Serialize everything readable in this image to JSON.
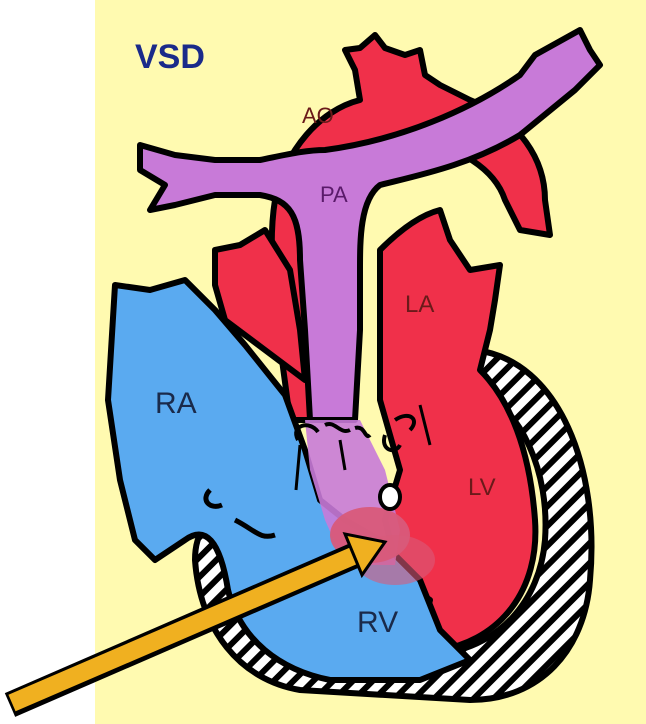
{
  "diagram": {
    "title": "VSD",
    "labels": {
      "ao": "AO",
      "pa": "PA",
      "la": "LA",
      "ra": "RA",
      "lv": "LV",
      "rv": "RV"
    },
    "colors": {
      "background": "#fffab0",
      "oxygenated": "#f0304a",
      "deoxygenated": "#5aaaf0",
      "mixed": "#c87ad8",
      "shunt": "#d85a7a",
      "arrow": "#f0b020",
      "outline": "#000000",
      "title": "#1a2a8a",
      "label": "#6a1a1a"
    }
  }
}
